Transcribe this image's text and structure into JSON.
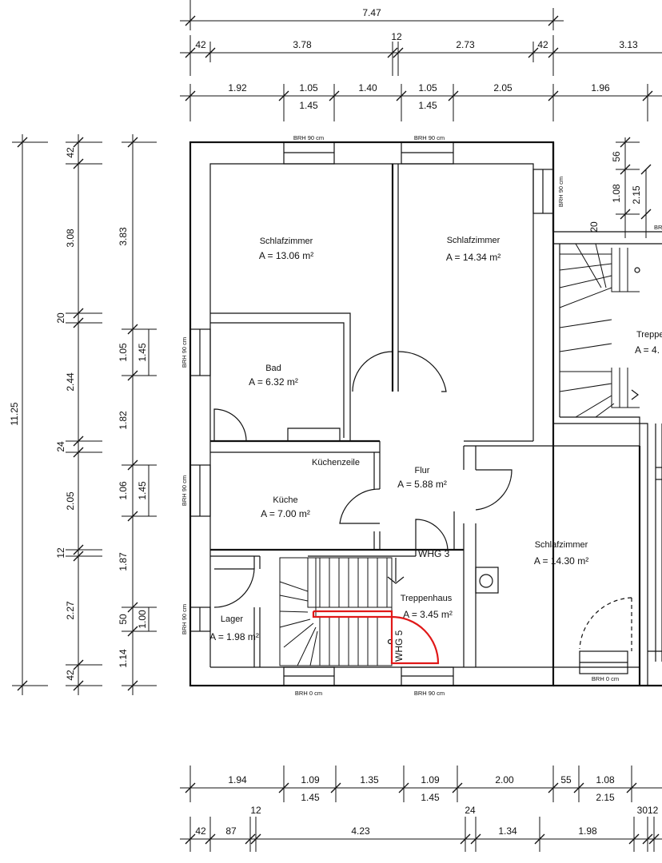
{
  "dimensions": {
    "top": {
      "row1": [
        "7.47"
      ],
      "row2": [
        "42",
        "3.78",
        "12",
        "2.73",
        "42",
        "3.13"
      ],
      "row3": [
        "1.92",
        "1.05",
        "1.40",
        "1.05",
        "2.05",
        "1.96"
      ],
      "row3_sub": [
        "1.45",
        "1.45"
      ]
    },
    "left": {
      "total": "11.25",
      "col2": [
        "42",
        "3.08",
        "20",
        "2.44",
        "24",
        "2.05",
        "12",
        "2.27",
        "42"
      ],
      "col3": [
        "3.83",
        "1.05",
        "1.82",
        "1.06",
        "1.87",
        "50",
        "1.14"
      ],
      "col3_sub": [
        "1.45",
        "1.45",
        "1.00"
      ]
    },
    "bottom": {
      "row1": [
        "1.94",
        "1.09",
        "1.35",
        "1.09",
        "2.00",
        "55",
        "1.08"
      ],
      "row1_sub": [
        "1.45",
        "1.45",
        "2.15"
      ],
      "row2": [
        "42",
        "87",
        "12",
        "4.23",
        "24",
        "1.34",
        "1.98",
        "3012"
      ]
    },
    "right_stair": [
      "56",
      "1.08",
      "2.15",
      "20"
    ]
  },
  "rooms": [
    {
      "name": "Schlafzimmer",
      "area": "A = 13.06 m²"
    },
    {
      "name": "Schlafzimmer",
      "area": "A = 14.34 m²"
    },
    {
      "name": "Bad",
      "area": "A = 6.32 m²"
    },
    {
      "name": "Küchenzeile",
      "area": ""
    },
    {
      "name": "Flur",
      "area": "A = 5.88 m²"
    },
    {
      "name": "Küche",
      "area": "A = 7.00 m²"
    },
    {
      "name": "Schlafzimmer",
      "area": "A = 14.30 m²"
    },
    {
      "name": "Treppenhaus",
      "area": "A = 3.45 m²"
    },
    {
      "name": "Lager",
      "area": "A = 1.98 m²"
    },
    {
      "name": "Treppe",
      "area": "A = 4."
    }
  ],
  "labels": {
    "whg3": "WHG 3",
    "whg5": "WHG 5",
    "brh90": "BRH 90 cm",
    "brh0": "BRH 0 cm",
    "brh_left": "BRH 90 cm",
    "brh_right": "BRH 0 cm",
    "misc_br": "BR"
  },
  "colors": {
    "wall": "#111111",
    "highlight": "#e01818",
    "background": "#ffffff"
  }
}
